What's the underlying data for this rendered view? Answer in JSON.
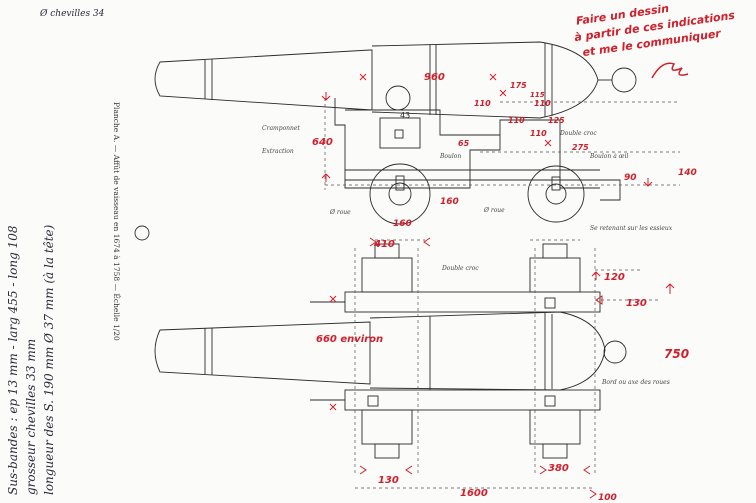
{
  "sheet": {
    "top_left_note": "Ø chevilles 34",
    "plate_caption": "Planche A. — Affût de vaisseau en 1674 à 1758 — Échelle 1/20",
    "red_note": {
      "line1": "Faire un dessin",
      "line2": "à partir de ces indications",
      "line3": "et me le communiquer"
    },
    "left_notes": {
      "line1": "Sus-bandes : ep 13 mm - larg 455 - long 108",
      "line2": "grosseur chevilles 33 mm",
      "line3": "longueur des S. 190 mm Ø 37 mm (à la tête)"
    }
  },
  "side_view": {
    "dimensions": {
      "d960": "960",
      "d640": "640",
      "d175": "175",
      "d110a": "110",
      "d110b": "110",
      "d110c": "110",
      "d110d": "110",
      "d125": "125",
      "d115": "115",
      "d275": "275",
      "d65": "65",
      "d160a": "160",
      "d160b": "160",
      "d90": "90",
      "d140": "140",
      "d43": "43"
    },
    "labels": {
      "cramp": "Cramponnet",
      "extractor": "Extraction",
      "bracket_left": "Ø roue",
      "bracket_right": "Ø roue",
      "bolt": "Boulon",
      "double_hook": "Double croc",
      "lifting_ring": "Boulon à œil",
      "note_right": "Se retenant sur les essieux"
    }
  },
  "plan_view": {
    "dimensions": {
      "d410": "410",
      "d120": "120",
      "d130a": "130",
      "d660": "660 environ",
      "d750": "750",
      "d130b": "130",
      "d380": "380",
      "d1600": "1600",
      "d100": "100"
    },
    "labels": {
      "double_hook": "Double croc",
      "note_right": "Bord ou axe des roues"
    }
  },
  "colors": {
    "ink": "#2b2b2b",
    "red": "#d0202c",
    "paper": "#fbfbf9"
  }
}
